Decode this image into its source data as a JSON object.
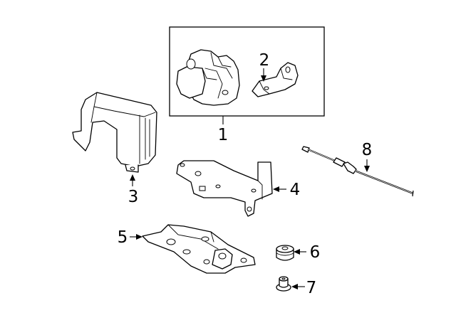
{
  "diagram": {
    "callouts": [
      {
        "id": "1",
        "label": "1"
      },
      {
        "id": "2",
        "label": "2"
      },
      {
        "id": "3",
        "label": "3"
      },
      {
        "id": "4",
        "label": "4"
      },
      {
        "id": "5",
        "label": "5"
      },
      {
        "id": "6",
        "label": "6"
      },
      {
        "id": "7",
        "label": "7"
      },
      {
        "id": "8",
        "label": "8"
      }
    ],
    "colors": {
      "line": "#000000",
      "background": "#ffffff"
    }
  }
}
